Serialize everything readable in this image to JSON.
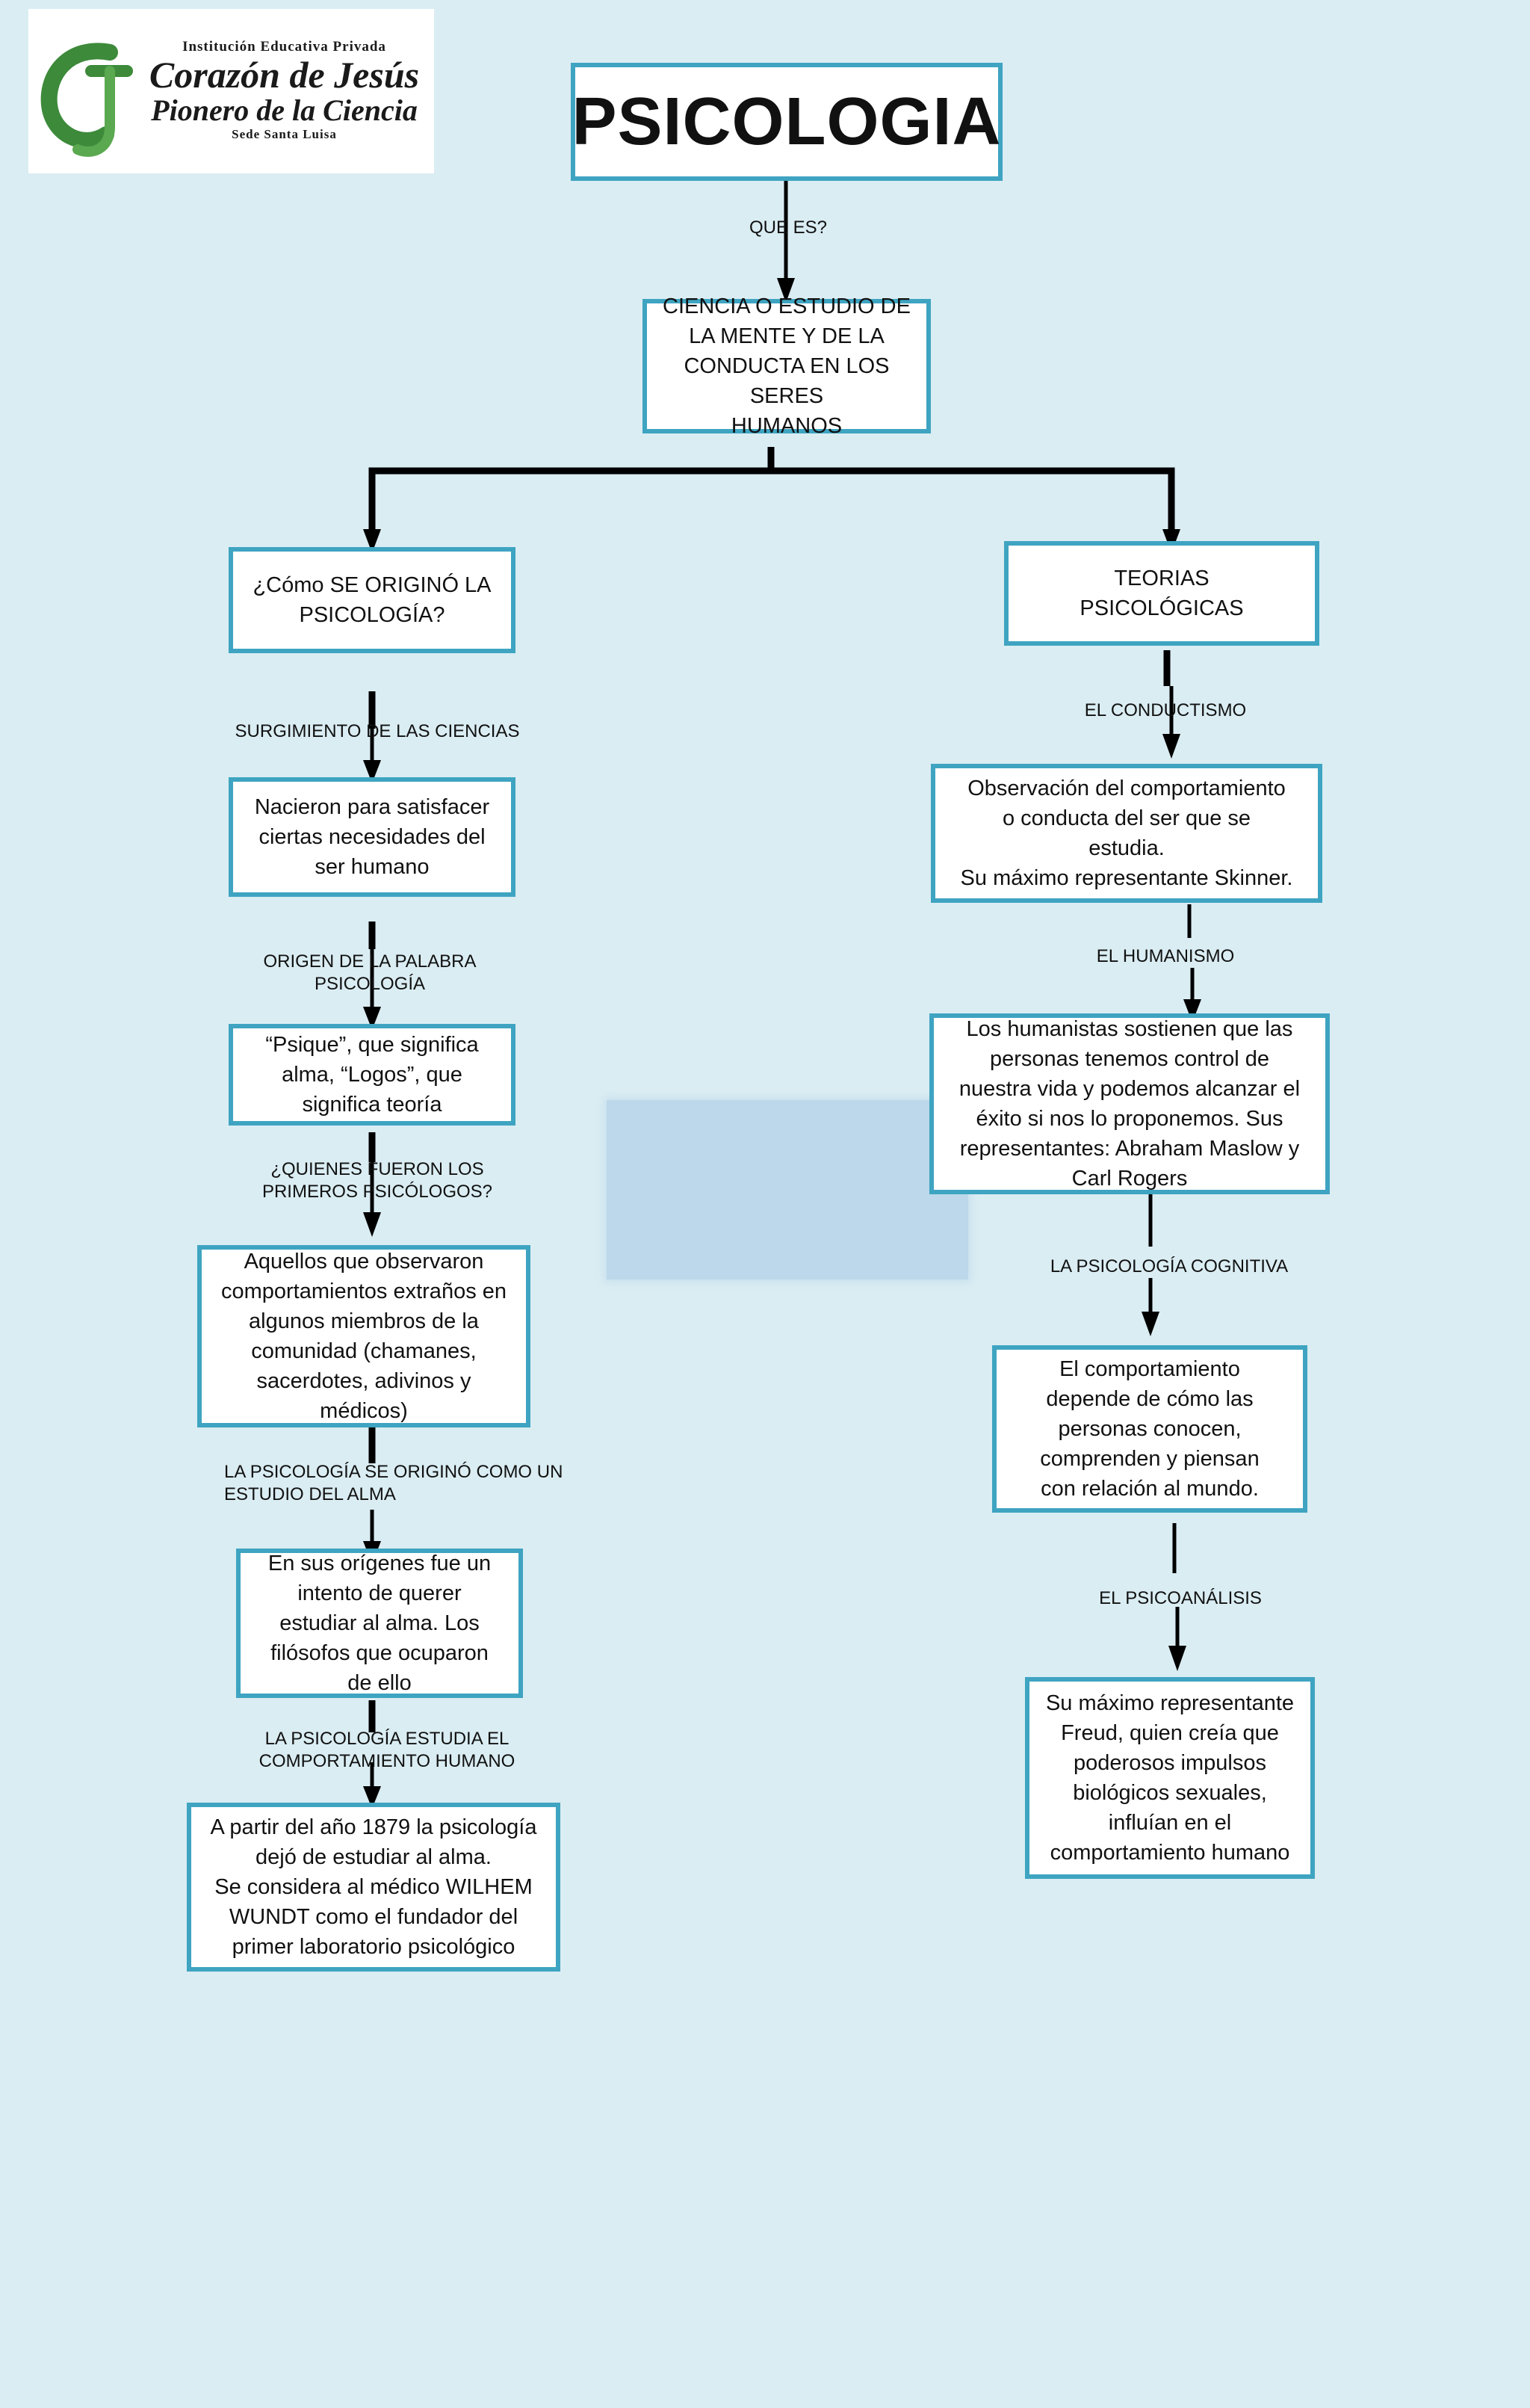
{
  "logo": {
    "line1": "Institución Educativa Privada",
    "line2": "Corazón de Jesús",
    "line3": "Pionero de la Ciencia",
    "line4": "Sede Santa Luisa"
  },
  "title": "PSICOLOGIA",
  "link_que_es": "QUE ES?",
  "definition": "CIENCIA O ESTUDIO DE\nLA MENTE Y DE LA\nCONDUCTA EN LOS SERES\nHUMANOS",
  "left": {
    "head": "¿Cómo SE ORIGINÓ LA\nPSICOLOGÍA?",
    "l1": "SURGIMIENTO DE LAS CIENCIAS",
    "b1": "Nacieron para satisfacer\nciertas necesidades del\nser humano",
    "l2": "ORIGEN DE LA  PALABRA\n  PSICOLOGÍA",
    "b2": "“Psique”, que significa\nalma, “Logos”, que\nsignifica teoría",
    "l3": "¿QUIENES FUERON LOS\nPRIMEROS PSICÓLOGOS?",
    "b3": "Aquellos que observaron\ncomportamientos extraños en\nalgunos miembros de la\ncomunidad (chamanes,\nsacerdotes, adivinos y\nmédicos)",
    "l4": "LA PSICOLOGÍA SE ORIGINÓ COMO  UN\nESTUDIO DEL ALMA",
    "b4": "En sus orígenes fue un\nintento de querer\nestudiar al alma. Los\nfilósofos que ocuparon\nde ello",
    "l5": "LA PSICOLOGÍA ESTUDIA EL\nCOMPORTAMIENTO HUMANO",
    "b5": "A partir del año 1879 la psicología\ndejó de estudiar al alma.\nSe considera al médico WILHEM\nWUNDT como el fundador del\nprimer laboratorio psicológico"
  },
  "right": {
    "head": "TEORIAS\nPSICOLÓGICAS",
    "l1": "EL CONDUCTISMO",
    "b1": "Observación del  comportamiento\no  conducta del ser que se\nestudia.\nSu máximo representante  Skinner.",
    "l2": "EL HUMANISMO",
    "b2": "Los humanistas sostienen que las\npersonas tenemos control de\nnuestra vida y podemos alcanzar  el\néxito si nos lo proponemos.  Sus\nrepresentantes: Abraham  Maslow y\nCarl Rogers",
    "l3": "LA PSICOLOGÍA COGNITIVA",
    "b3": "El comportamiento\ndepende de cómo las\npersonas conocen,\ncomprenden y piensan\ncon relación al mundo.",
    "l4": "EL PSICOANÁLISIS",
    "b4": "Su máximo representante\nFreud, quien creía que\npoderosos impulsos\nbiológicos sexuales,\ninfluían en el\ncomportamiento humano"
  },
  "colors": {
    "background": "#daedf3",
    "box_border": "#3ea4c1",
    "connector": "#000000"
  }
}
